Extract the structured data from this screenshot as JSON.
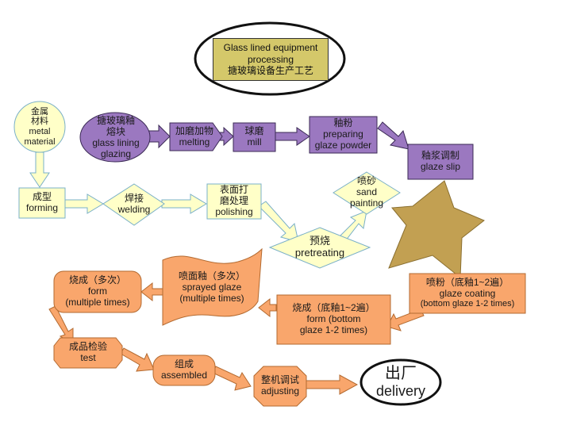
{
  "title": {
    "line1": "Glass lined equipment",
    "line2": "processing",
    "line3": "搪玻璃设备生产工艺"
  },
  "nodes": {
    "metal": {
      "cn": "金属",
      "cn2": "材料",
      "en": "metal",
      "en2": "material"
    },
    "forming": {
      "cn": "成型",
      "en": "forming"
    },
    "welding": {
      "cn": "焊接",
      "en": "welding"
    },
    "polishing": {
      "cn": "表面打",
      "cn2": "磨处理",
      "en": "polishing"
    },
    "pretreating": {
      "cn": "预烧",
      "en": "pretreating"
    },
    "sand_painting": {
      "cn": "喷砂",
      "en": "sand",
      "en2": "painting"
    },
    "glass_lining_glazing": {
      "cn": "搪玻璃釉",
      "cn2": "熔块",
      "en": "glass lining",
      "en2": "glazing"
    },
    "melting": {
      "cn": "加磨加物",
      "en": "melting"
    },
    "mill": {
      "cn": "球磨",
      "en": "mill"
    },
    "preparing_glaze_powder": {
      "cn": "釉粉",
      "en": "preparing",
      "en2": "glaze powder"
    },
    "glaze_slip": {
      "cn": "釉浆调制",
      "en": "glaze slip"
    },
    "glaze_coating": {
      "cn": "喷粉（底釉1~2遍）",
      "en": "glaze coating",
      "en2": "(bottom glaze 1-2 times)"
    },
    "form_bottom": {
      "cn": "烧成（底釉1~2遍）",
      "en": "form (bottom",
      "en2": "glaze 1-2 times)"
    },
    "sprayed_glaze": {
      "cn": "喷面釉（多次）",
      "en": "sprayed glaze",
      "en2": "(multiple times)"
    },
    "form_multiple": {
      "cn": "烧成（多次）",
      "en": "form",
      "en2": "(multiple times)"
    },
    "test": {
      "cn": "成品检验",
      "en": "test"
    },
    "assembled": {
      "cn": "组成",
      "en": "assembled"
    },
    "adjusting": {
      "cn": "整机调试",
      "en": "adjusting"
    },
    "delivery": {
      "cn": "出厂",
      "en": "delivery"
    }
  },
  "colors": {
    "yellow": "#ffffc8",
    "orange": "#f9a66c",
    "purple": "#9b78c0",
    "khaki": "#c2a052",
    "title_fill": "#d4c86a",
    "arrow_yellow": "#ffffc8",
    "arrow_orange": "#f9a66c",
    "arrow_purple": "#9b78c0"
  }
}
